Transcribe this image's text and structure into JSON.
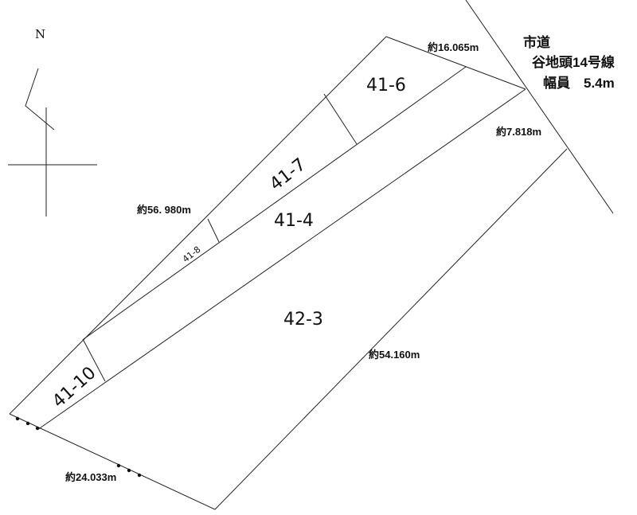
{
  "compass": {
    "north_label": "N"
  },
  "road": {
    "line1": "市道",
    "line2": "谷地頭14号線",
    "line3": "幅員　5.4m"
  },
  "parcels": {
    "p41_6": "41-6",
    "p41_7": "41-7",
    "p41_4": "41-4",
    "p41_8": "41-8",
    "p42_3": "42-3",
    "p41_10": "41-10"
  },
  "measurements": {
    "top": "約16.065m",
    "right_top": "約7.818m",
    "left": "約56. 980m",
    "right": "約54.160m",
    "bottom": "約24.033m"
  }
}
